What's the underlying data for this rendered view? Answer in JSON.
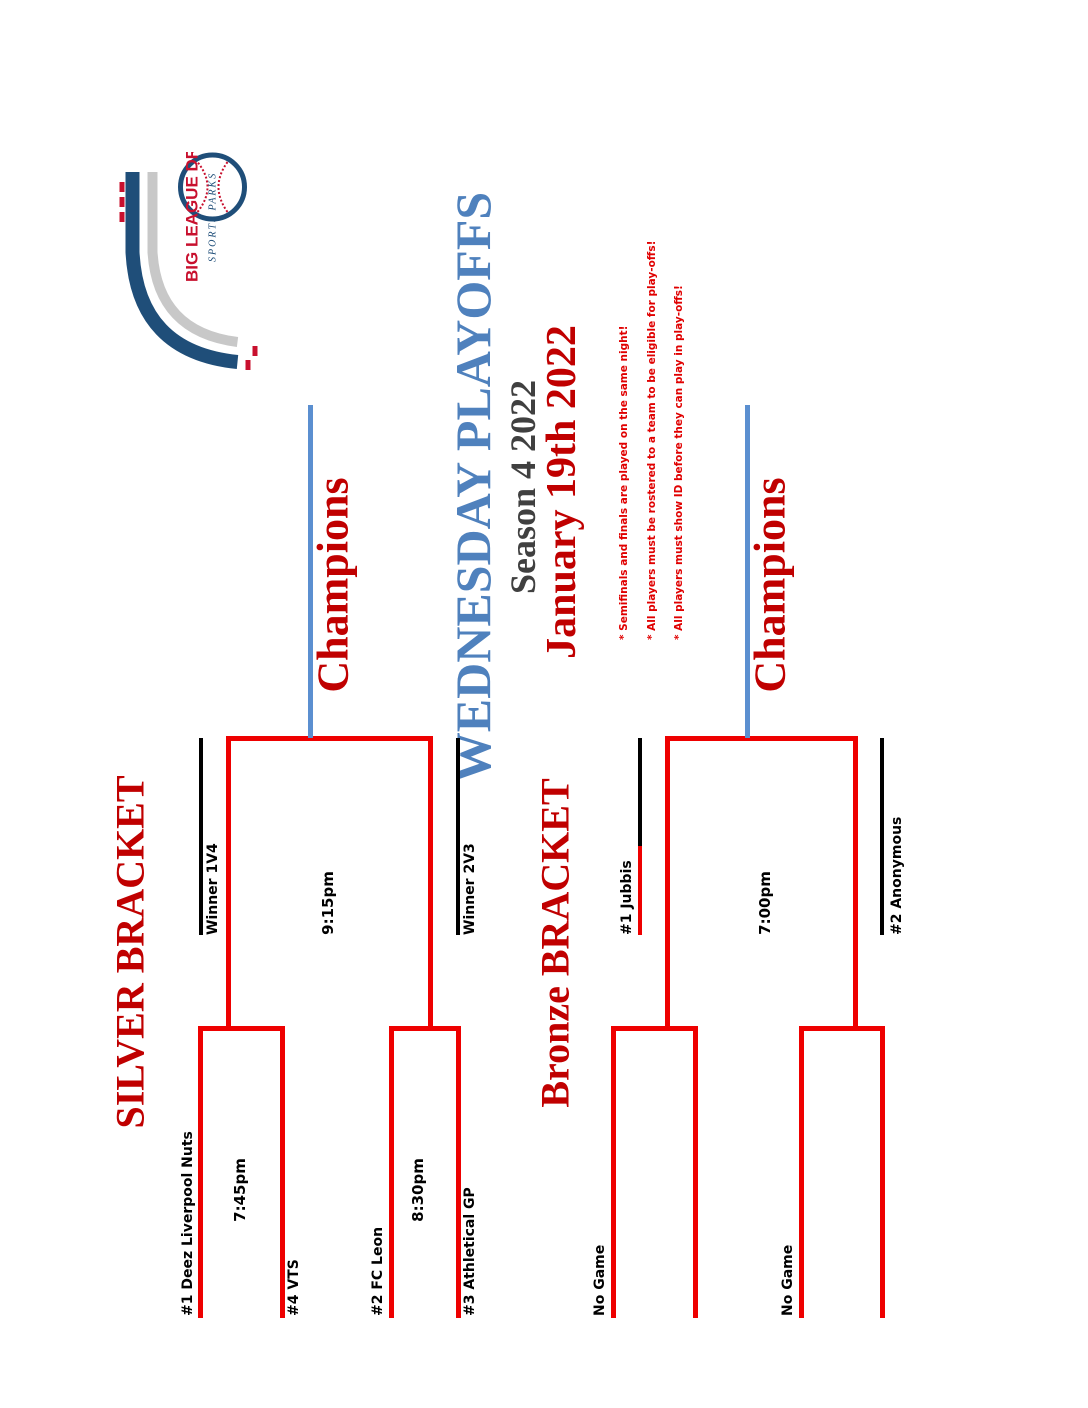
{
  "logo": {
    "line1": "BIG LEAGUE DREAMS",
    "line2": "SPORTS PARKS"
  },
  "header": {
    "title": "WEDNESDAY PLAYOFFS",
    "season": "Season 4 2022",
    "date": "January 19th 2022"
  },
  "notes": [
    "* Semifinals and finals are played on the same night!",
    "* All players must be rostered to a team to be eligible for play-offs!",
    "* All players must show ID before they can play in play-offs!"
  ],
  "silver": {
    "title": "SILVER BRACKET",
    "champions": "Champions",
    "teams": [
      "#1 Deez Liverpool Nuts",
      "#4  VTS",
      "#2 FC Leon",
      "#3 Athletical GP"
    ],
    "round1_times": [
      "7:45pm",
      "8:30pm"
    ],
    "semis": [
      "Winner 1V4",
      "Winner 2V3"
    ],
    "final_time": "9:15pm"
  },
  "bronze": {
    "title": "Bronze BRACKET",
    "champions": "Champions",
    "teams": [
      "No Game",
      "No Game"
    ],
    "semis": [
      "#1 Jubbis",
      "#2 Anonymous"
    ],
    "final_time": "7:00pm"
  },
  "colors": {
    "red": "#c00000",
    "blue": "#4f81bd",
    "gray": "#404040",
    "line_red": "#ee0000"
  }
}
